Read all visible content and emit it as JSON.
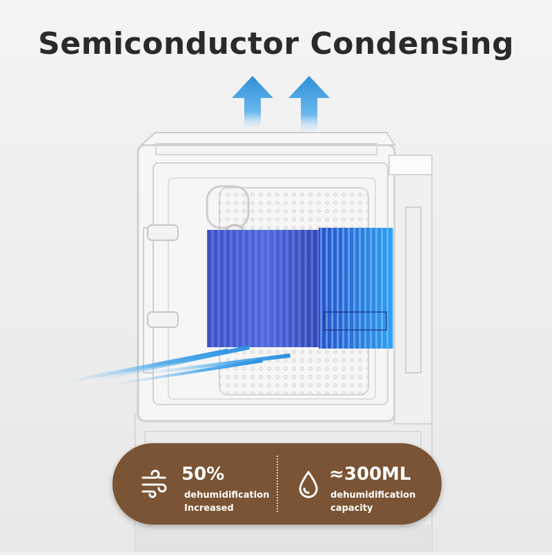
{
  "headline": "Semiconductor Condensing",
  "stats": [
    {
      "icon": "wind-icon",
      "value": "50%",
      "desc_line1": "dehumidification",
      "desc_line2": "Increased"
    },
    {
      "icon": "water-drop-icon",
      "value": "≈300ML",
      "desc_line1": "dehumidification",
      "desc_line2": "capacity"
    }
  ],
  "colors": {
    "pill": "#7a5434",
    "condenser": "#2f45c8",
    "arrow": "#3d9fe0",
    "airflow": "#4aa8ea"
  }
}
